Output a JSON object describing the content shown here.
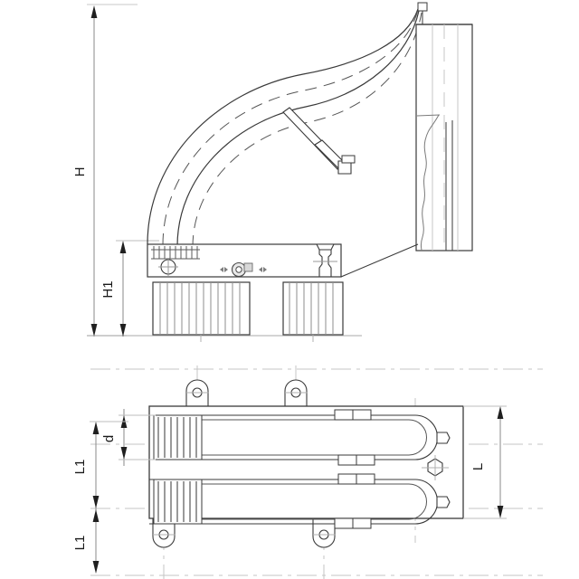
{
  "drawing": {
    "title": "Technical dimension drawing - cable bend / U-bolt assembly",
    "views": [
      {
        "name": "elevation-view",
        "position": "top"
      },
      {
        "name": "plan-view",
        "position": "bottom"
      }
    ],
    "colors": {
      "outline": "#333333",
      "thin": "#555555",
      "centerline": "#bcbcbc",
      "hatch": "#777777",
      "dimension": "#4d4d4d",
      "text": "#1a1a1a",
      "background": "#ffffff"
    }
  },
  "dimensions": {
    "H": {
      "label": "H",
      "view": "elevation-view",
      "orientation": "vertical"
    },
    "H1": {
      "label": "H1",
      "view": "elevation-view",
      "orientation": "vertical"
    },
    "d": {
      "label": "d",
      "view": "plan-view",
      "orientation": "vertical"
    },
    "L1_upper": {
      "label": "L1",
      "view": "plan-view",
      "orientation": "vertical"
    },
    "L1_lower": {
      "label": "L1",
      "view": "plan-view",
      "orientation": "vertical"
    },
    "L": {
      "label": "L",
      "view": "plan-view",
      "orientation": "vertical"
    }
  },
  "components": {
    "elevation": {
      "curved_duct": "curved-cable-bend",
      "vertical_riser": "vertical-riser-section",
      "base_plate": "base-plate",
      "threaded_block_left": "threaded-block",
      "threaded_block_right": "threaded-block",
      "bolt_top": "top-bolt",
      "bolt_right": "right-bolt",
      "brace": "diagonal-brace",
      "center_fitting": "center-fitting",
      "break_line": "break-line"
    },
    "plan": {
      "body": "plan-body-outline",
      "u_bend_upper": "u-bend",
      "u_bend_lower": "u-bend",
      "mounting_tabs": 4,
      "hex_nut": "hex-nut",
      "couplings": 4,
      "threaded_sections": 2
    }
  }
}
